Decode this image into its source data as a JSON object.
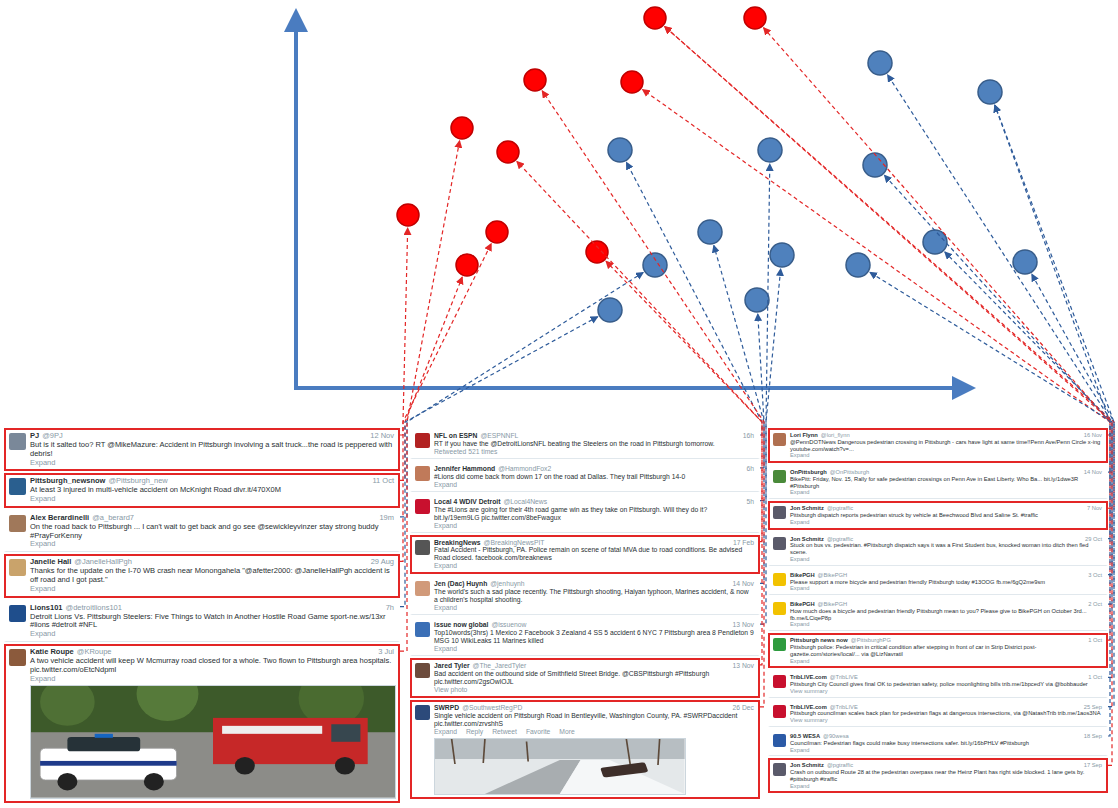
{
  "diagram": {
    "nodes": [
      {
        "text": [
          "PJ",
          "@9PJ",
          "12 Nov",
          "But is it salted too? RT @MikeMazure: Accident in Pittsburgh involving a salt truck...the road is peppered with debris!",
          "Expand"
        ]
      },
      {
        "text": [
          "Pittsburgh_newsnow",
          "@Pittsburgh_new",
          "11 Oct",
          "At least 3 injured in multi-vehicle accident on McKnight Road dlvr.it/470X0M",
          "Expand"
        ]
      },
      {
        "text": [
          "Alex Berardinelli",
          "@a_berard7",
          "19m",
          "On the road back to Pittsburgh ... I can't wait to get back and go see @sewickleyvinzer stay strong buddy #PrayForKenny",
          "Expand"
        ]
      },
      {
        "text": [
          "Janelle Hall",
          "@JanelleHallPgh",
          "29 Aug",
          "Thanks for the update on the I-70 WB crash near Monongahela \"@afetter2000: @JanelleHallPgh accident is off road and I got past.\"",
          "Expand"
        ]
      },
      {
        "text": [
          "Lions101",
          "@detroitlions101",
          "7h",
          "Detroit Lions Vs. Pittsburgh Steelers: Five Things to Watch in Another Hostile Road Game sport-ne.ws/13xr #lions #detroit #NFL",
          "Expand"
        ]
      },
      {
        "text": [
          "Katie Roupe",
          "@KRoupe",
          "3 Jul",
          "A two vehicle accident will keep W Mcmurray road closed for a whole. Two flown to Pittsburgh area hospitals. pic.twitter.com/oEtcNdpml",
          "Expand"
        ]
      },
      {
        "text": [
          "NFL on ESPN",
          "@ESPNNFL",
          "16h",
          "RT if you have the @DetroitLionsNFL beating the Steelers on the road in Pittsburgh tomorrow.",
          "Retweeted 521 times"
        ]
      },
      {
        "text": [
          "Jennifer Hammond",
          "@HammondFox2",
          "6h",
          "#Lions did come back from down 17 on the road at Dallas. They trail Pittsburgh 14-0",
          "Expand"
        ]
      },
      {
        "text": [
          "Local 4 WDIV Detroit",
          "@Local4News",
          "5h",
          "The #Lions are going for their 4th road game win as they take on Pittsburgh. Will they do it? bit.ly/19em9LG pic.twitter.com/8beFwagux",
          "Expand"
        ]
      },
      {
        "text": [
          "BreakingNews",
          "@BreakingNewsPIT",
          "17 Feb",
          "Fatal Accident - Pittsburgh, PA. Police remain on scene of fatal MVA due to road conditions. Be advised Road closed. facebook.com/breaknews",
          "Expand"
        ]
      },
      {
        "text": [
          "Jen (Dac) Huynh",
          "@jenhuynh",
          "14 Nov",
          "The world's such a sad place recently. The Pittsburgh shooting, Haiyan typhoon, Marines accident, & now a children's hospital shooting.",
          "Expand"
        ]
      },
      {
        "text": [
          "issue now global",
          "@issuenow",
          "13 Nov",
          "Top10words(3hrs) 1 Mexico 2 Facebook 3 Zealand 4 SS 5 accident 6 NYC 7 Pittsburgh area 8 Pendleton 9 MSG 10 WikiLeaks 11 Marines killed",
          "Expand"
        ]
      },
      {
        "text": [
          "Jared Tyler",
          "@The_JaredTyler",
          "13 Nov",
          "Bad accident on the outbound side of Smithfield Street Bridge. @CBSPittsburgh #Pittsburgh pic.twitter.com/2gsOwlOJL",
          "View photo"
        ]
      },
      {
        "text": [
          "SWRPD",
          "@SouthwestRegPD",
          "26 Dec",
          "Single vehicle accident on Pittsburgh Road in Bentleyville, Washington County, PA. #SWRPDaccident pic.twitter.com/zrvshhS",
          "Expand",
          "Reply",
          "Retweet",
          "Favorite",
          "More"
        ]
      },
      {
        "text": [
          "Lori Flynn",
          "@lori_flynn",
          "16 Nov",
          "@PennDOTNews Dangerous pedestrian crossing in Pittsburgh - cars have light at same time!!Penn Ave/Penn Circle x-ing youtube.com/watch?v=...",
          "Expand"
        ]
      },
      {
        "text": [
          "OnPittsburgh",
          "@OnPittsburgh",
          "14 Nov",
          "BikePitt: Friday, Nov. 15, Rally for safe pedestrian crossings on Penn Ave in East Liberty. Who Ba... bit.ly/1dwe3R #Pittsburgh",
          "Expand"
        ]
      },
      {
        "text": [
          "Jon Schmitz",
          "@pgtraffic",
          "7 Nov",
          "Pittsburgh dispatch reports pedestrian struck by vehicle at Beechwood Blvd and Saline St. #traffic",
          "Expand"
        ]
      },
      {
        "text": [
          "Jon Schmitz",
          "@pgtraffic",
          "29 Oct",
          "Stuck on bus vs. pedestrian. #Pittsburgh dispatch says it was a First Student bus, knocked woman into ditch then fled scene.",
          "Expand"
        ]
      },
      {
        "text": [
          "BikePGH",
          "@BikePGH",
          "3 Oct",
          "Please support a more bicycle and pedestrian friendly Pittsburgh today #13OOG fb.me/6gQ2me9sm",
          "Expand"
        ]
      },
      {
        "text": [
          "BikePGH",
          "@BikePGH",
          "2 Oct",
          "How much does a bicycle and pedestrian friendly Pittsburgh mean to you? Please give to BikePGH on October 3rd... fb.me/LCiqeP8p",
          "Expand"
        ]
      },
      {
        "text": [
          "Pittsburgh news now",
          "@PittsburghPG",
          "1 Oct",
          "Pittsburgh police: Pedestrian in critical condition after stepping in front of car in Strip District post-gazette.com/stories/local/... via @LizNavratil",
          "Expand"
        ]
      },
      {
        "text": [
          "TribLIVE.com",
          "@TribLIVE",
          "1 Oct",
          "Pittsburgh City Council gives final OK to pedestrian safety, police moonlighting bills trib.me/1bpcedY via @bobbauder",
          "View summary"
        ]
      },
      {
        "text": [
          "TribLIVE.com",
          "@TribLIVE",
          "25 Sep",
          "Pittsburgh councilman scales back plan for pedestrian flags at dangerous intersections, via @NatashTrib trib.me/1aos3NA",
          "View summary"
        ]
      },
      {
        "text": [
          "90.5 WESA",
          "@90wesa",
          "18 Sep",
          "Councilman: Pedestrian flags could make busy intersections safer. bit.ly/16bPHLV #Pittsburgh",
          "Expand"
        ]
      },
      {
        "text": [
          "Jon Schmitz",
          "@pgtraffic",
          "17 Sep",
          "Crash on outbound Route 28 at the pedestrian overpass near the Heinz Plant has right side blocked. 1 lane gets by. #pittsburgh #traffic",
          "Expand"
        ]
      }
    ]
  }
}
